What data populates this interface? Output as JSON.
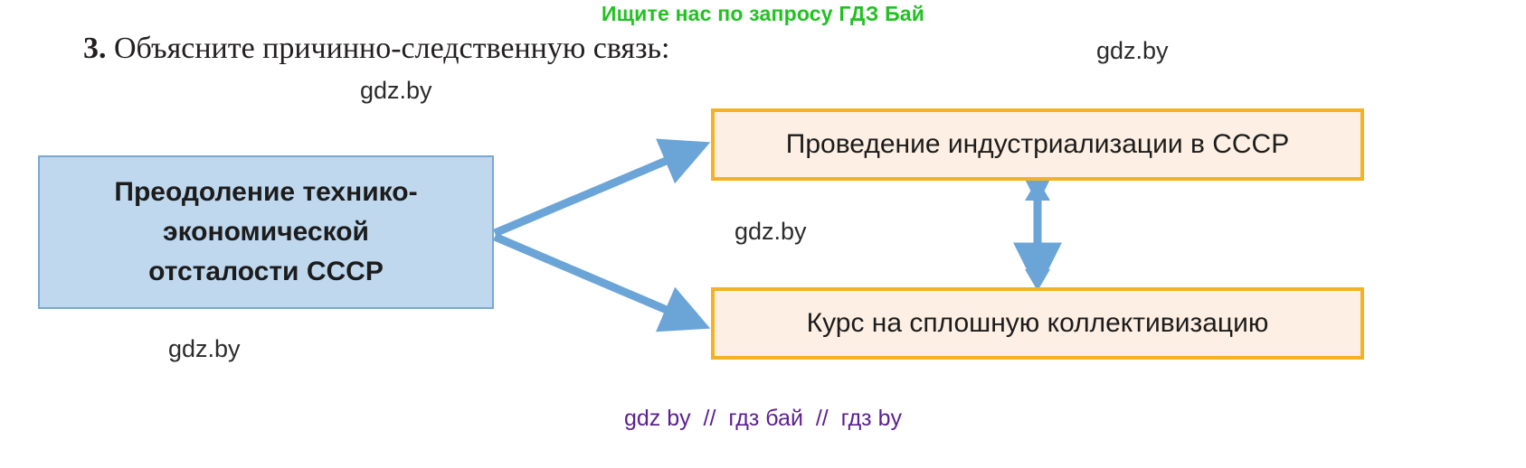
{
  "header": {
    "promo": "Ищите нас по запросу ГДЗ Бай",
    "promo_color": "#22c122"
  },
  "task": {
    "number": "3.",
    "title": "Объясните причинно-следственную связь:"
  },
  "watermarks": {
    "w1": "gdz.by",
    "w2": "gdz.by",
    "w3": "gdz.by",
    "w4": "gdz.by"
  },
  "diagram": {
    "cause_box": {
      "label": "Преодоление технико-\nэкономической\nотсталости СССР",
      "fill": "#bfd8ee",
      "border": "#7aa9d0"
    },
    "effect_box_top": {
      "label": "Проведение индустриализации в СССР",
      "fill": "#fdefe3",
      "border": "#f4b223"
    },
    "effect_box_bottom": {
      "label": "Курс на сплошную коллективизацию",
      "fill": "#fdefe3",
      "border": "#f4b223"
    },
    "arrow_color": "#6ba5d7"
  },
  "footer": {
    "text": "gdz by  //  гдз бай  //  гдз by",
    "color": "#5b1f94"
  }
}
